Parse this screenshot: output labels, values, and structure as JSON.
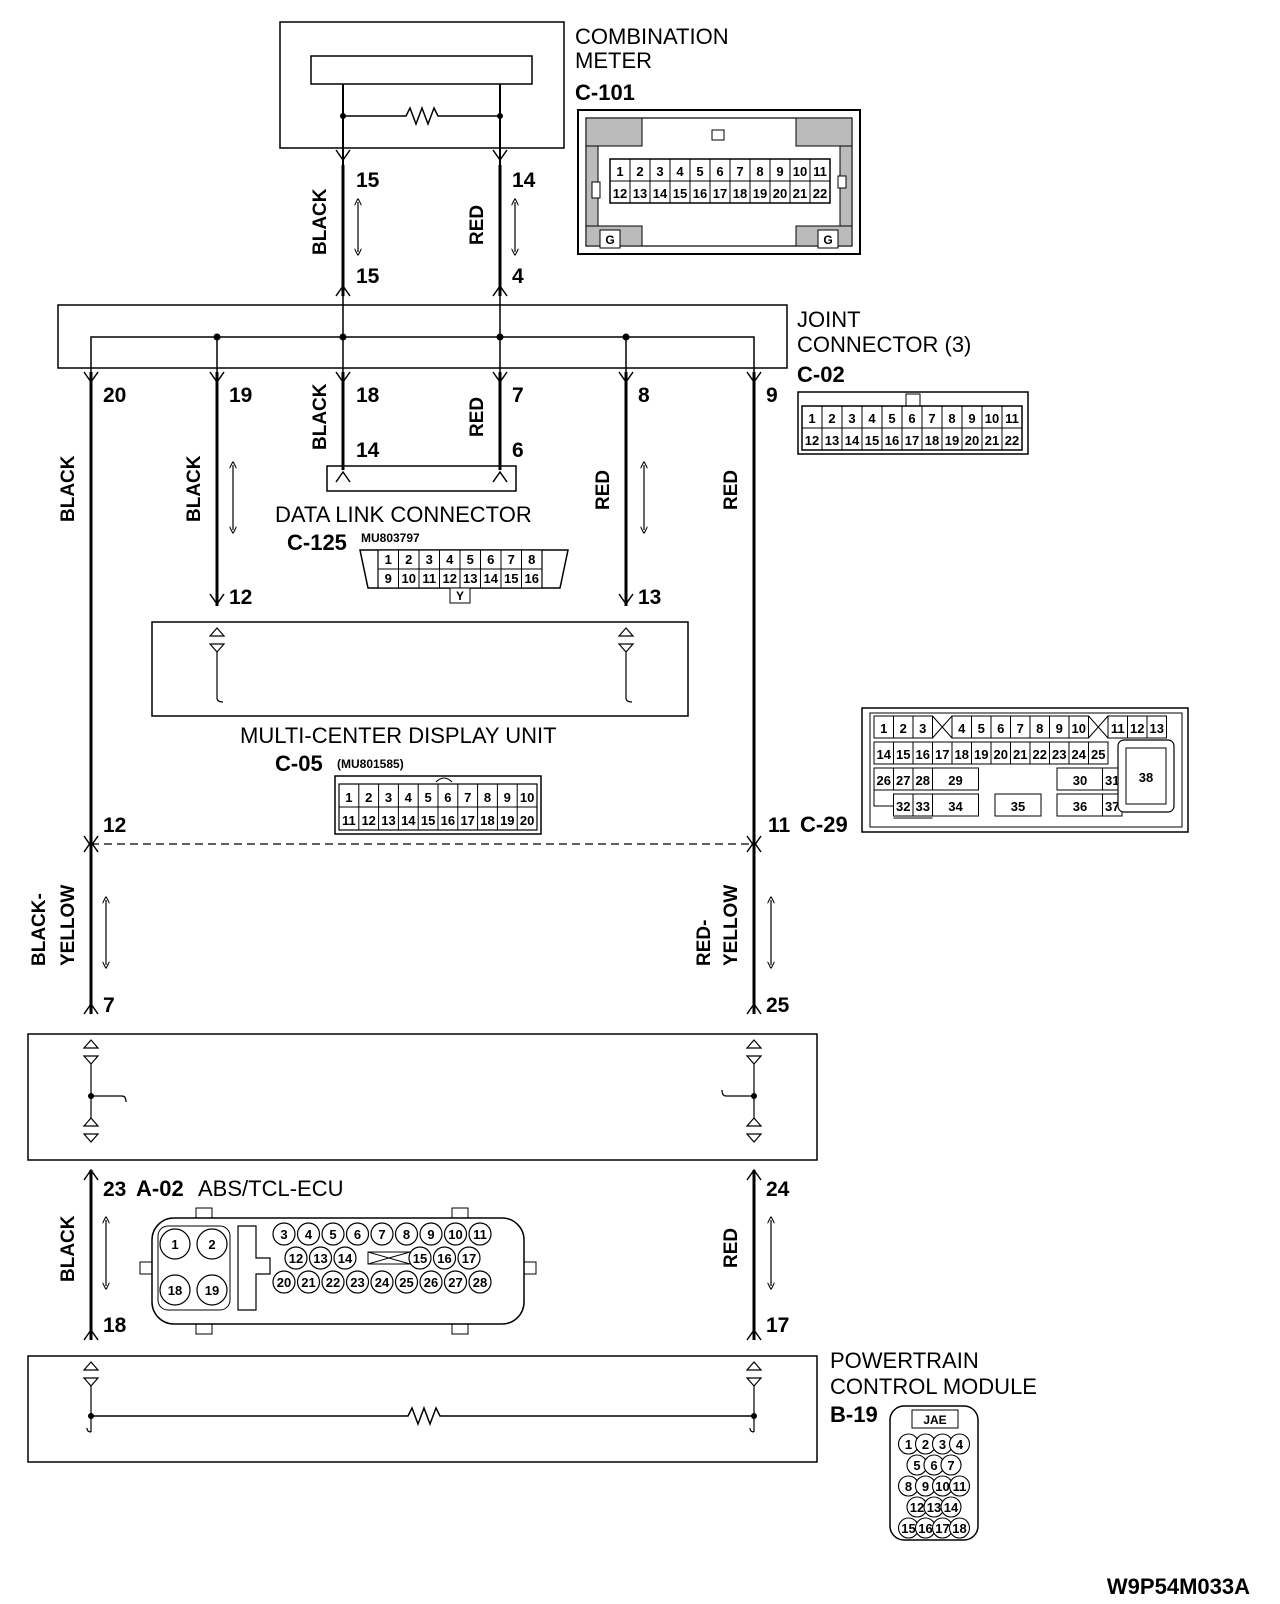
{
  "components": {
    "combination_meter": {
      "name_line1": "COMBINATION",
      "name_line2": "METER",
      "code": "C-101"
    },
    "joint_connector": {
      "name_line1": "JOINT",
      "name_line2": "CONNECTOR (3)",
      "code": "C-02"
    },
    "data_link_connector": {
      "name": "DATA LINK CONNECTOR",
      "code": "C-125",
      "part_no": "MU803797"
    },
    "multi_center_display": {
      "name": "MULTI-CENTER DISPLAY UNIT",
      "code": "C-05",
      "part_no": "(MU801585)"
    },
    "c29": {
      "code": "C-29"
    },
    "abs_ecu": {
      "code": "A-02",
      "name": "ABS/TCL-ECU"
    },
    "pcm": {
      "name_line1": "POWERTRAIN",
      "name_line2": "CONTROL MODULE",
      "code": "B-19",
      "mfr": "JAE"
    }
  },
  "wires": {
    "black": "BLACK",
    "red": "RED",
    "black_yellow_1": "BLACK-",
    "black_yellow_2": "YELLOW",
    "red_yellow_1": "RED-",
    "red_yellow_2": "YELLOW"
  },
  "pins": {
    "meter_black": "15",
    "meter_red": "14",
    "jc_top_black": "15",
    "jc_top_red": "4",
    "jc_20": "20",
    "jc_19": "19",
    "jc_18": "18",
    "jc_7": "7",
    "jc_8": "8",
    "jc_9": "9",
    "dlc_14": "14",
    "dlc_6": "6",
    "mcd_12": "12",
    "mcd_13": "13",
    "c29_12": "12",
    "c29_11": "11",
    "abs_7": "7",
    "abs_25": "25",
    "abs_23": "23",
    "abs_24": "24",
    "pcm_18": "18",
    "pcm_17": "17"
  },
  "connector_pins": {
    "c101_row1": [
      "1",
      "2",
      "3",
      "4",
      "5",
      "6",
      "7",
      "8",
      "9",
      "10",
      "11"
    ],
    "c101_row2": [
      "12",
      "13",
      "14",
      "15",
      "16",
      "17",
      "18",
      "19",
      "20",
      "21",
      "22"
    ],
    "c101_ground": "G",
    "c02_row1": [
      "1",
      "2",
      "3",
      "4",
      "5",
      "6",
      "7",
      "8",
      "9",
      "10",
      "11"
    ],
    "c02_row2": [
      "12",
      "13",
      "14",
      "15",
      "16",
      "17",
      "18",
      "19",
      "20",
      "21",
      "22"
    ],
    "c125_row1": [
      "1",
      "2",
      "3",
      "4",
      "5",
      "6",
      "7",
      "8"
    ],
    "c125_row2": [
      "9",
      "10",
      "11",
      "12",
      "13",
      "14",
      "15",
      "16"
    ],
    "c125_key": "Y",
    "c05_row1": [
      "1",
      "2",
      "3",
      "4",
      "5",
      "6",
      "7",
      "8",
      "9",
      "10"
    ],
    "c05_row2": [
      "11",
      "12",
      "13",
      "14",
      "15",
      "16",
      "17",
      "18",
      "19",
      "20"
    ],
    "c29_row1a": [
      "1",
      "2",
      "3"
    ],
    "c29_row1b": [
      "4",
      "5",
      "6",
      "7",
      "8",
      "9",
      "10"
    ],
    "c29_row1c": [
      "11",
      "12",
      "13"
    ],
    "c29_row2": [
      "14",
      "15",
      "16",
      "17",
      "18",
      "19",
      "20",
      "21",
      "22",
      "23",
      "24",
      "25"
    ],
    "c29_row3a": [
      "26",
      "27",
      "28"
    ],
    "c29_29": "29",
    "c29_30": "30",
    "c29_31": "31",
    "c29_38": "38",
    "c29_row4a": [
      "32",
      "33"
    ],
    "c29_34": "34",
    "c29_35": "35",
    "c29_36": "36",
    "c29_37": "37",
    "a02_big": [
      "1",
      "2",
      "18",
      "19"
    ],
    "a02_row1": [
      "3",
      "4",
      "5",
      "6",
      "7",
      "8",
      "9",
      "10",
      "11"
    ],
    "a02_row2a": [
      "12",
      "13",
      "14"
    ],
    "a02_row2b": [
      "15",
      "16",
      "17"
    ],
    "a02_row3": [
      "20",
      "21",
      "22",
      "23",
      "24",
      "25",
      "26",
      "27",
      "28"
    ],
    "b19_rows": [
      [
        "1",
        "2",
        "3",
        "4"
      ],
      [
        "5",
        "6",
        "7"
      ],
      [
        "8",
        "9",
        "10",
        "11"
      ],
      [
        "12",
        "13",
        "14"
      ],
      [
        "15",
        "16",
        "17",
        "18"
      ]
    ]
  },
  "figure_id": "W9P54M033A"
}
